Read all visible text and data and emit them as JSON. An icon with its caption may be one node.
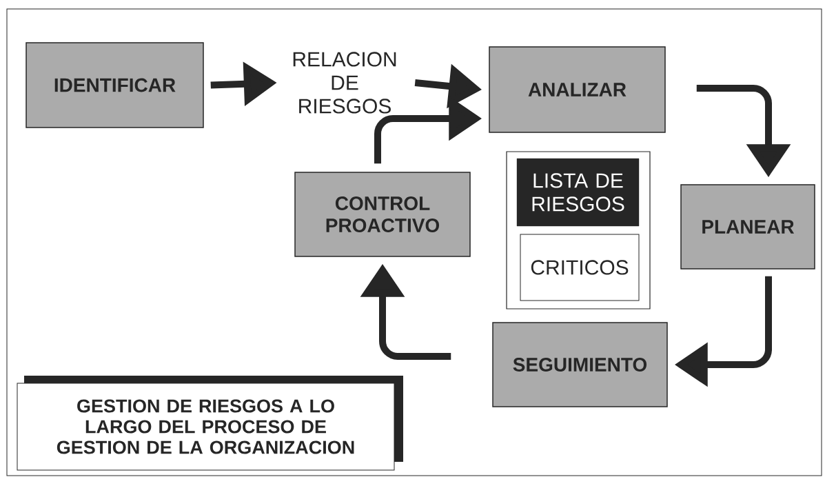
{
  "diagram": {
    "nodes": [
      {
        "text": [
          "IDENTIFICAR"
        ]
      },
      {
        "text": [
          "RELACION DE RIESGOS"
        ]
      },
      {
        "text": [
          "ANALIZAR"
        ]
      },
      {
        "text": [],
        "shape": "box"
      },
      {
        "text": [
          "LISTA DE RIESGOS"
        ],
        "in": 3
      },
      {
        "text": [
          "CRITICOS"
        ],
        "in": 3
      },
      {
        "text": [
          "PLANEAR"
        ]
      },
      {
        "text": [
          "SEGUIMIENTO"
        ]
      },
      {
        "text": [
          "CONTROL PROACTIVO"
        ]
      },
      {
        "text": [
          "GESTION DE RIESGOS A LO LARGO DEL PROCESO DE GESTION DE LA ORGANIZACION"
        ]
      }
    ],
    "edges": [
      {
        "from": 0,
        "to": 1,
        "arrow": "to"
      },
      {
        "from": 1,
        "to": 2,
        "arrow": "to"
      },
      {
        "from": 2,
        "to": 6,
        "arrow": "to"
      },
      {
        "from": 6,
        "to": 7,
        "arrow": "to"
      },
      {
        "from": 7,
        "to": 8,
        "arrow": "to"
      },
      {
        "from": 8,
        "to": 2,
        "arrow": "to"
      }
    ]
  }
}
